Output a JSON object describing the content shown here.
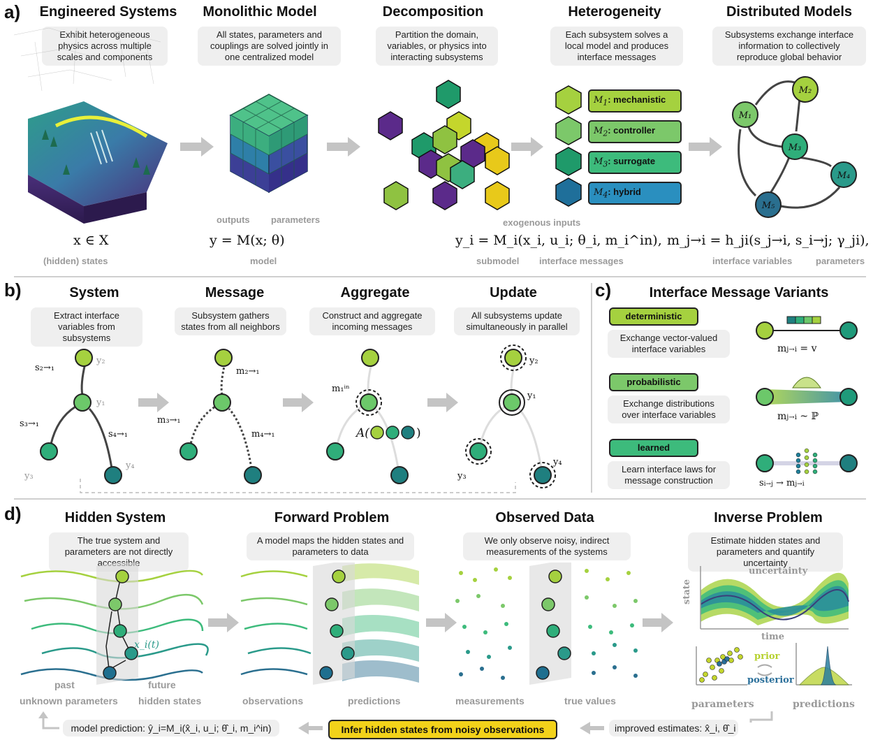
{
  "panel_labels": {
    "a": "a)",
    "b": "b)",
    "c": "c)",
    "d": "d)"
  },
  "panel_a": {
    "titles": [
      "Engineered Systems",
      "Monolithic Model",
      "Decomposition",
      "Heterogeneity",
      "Distributed Models"
    ],
    "descriptions": [
      "Exhibit heterogeneous physics across multiple scales and components",
      "All states, parameters and couplings are solved jointly in one centralized model",
      "Partition the domain, variables, or physics into interacting subsystems",
      "Each subsystem solves a local model and produces interface messages",
      "Subsystems exchange interface information to collectively reproduce global behavior"
    ],
    "model_tags": [
      {
        "sym": "M1",
        "label": ": mechanistic",
        "color": "#a5d13f"
      },
      {
        "sym": "M2",
        "label": ": controller",
        "color": "#7cc86a"
      },
      {
        "sym": "M3",
        "label": ": surrogate",
        "color": "#3dbb7c"
      },
      {
        "sym": "M4",
        "label": ": hybrid",
        "color": "#2a8fbf"
      }
    ],
    "graph_nodes": [
      "M1",
      "M2",
      "M3",
      "M4",
      "M5"
    ],
    "eq_states": "x ∈ X",
    "eq_states_note": "(hidden) states",
    "eq_model": "y = M(x; θ)",
    "eq_model_outputs": "outputs",
    "eq_model_parameters": "parameters",
    "eq_model_note": "model",
    "eq_sub": "y_i = M_i(x_i, u_i; θ_i, m_i^in),",
    "eq_sub_exogenous": "exogenous inputs",
    "eq_sub_submodel": "submodel",
    "eq_sub_interface": "interface messages",
    "eq_msg": "m_j→i = h_ji(s_j→i, s_i→j; γ_ji),",
    "eq_msg_vars": "interface variables",
    "eq_msg_params": "parameters"
  },
  "panel_b": {
    "titles": [
      "System",
      "Message",
      "Aggregate",
      "Update"
    ],
    "descriptions": [
      "Extract interface variables from subsystems",
      "Subsystem gathers states from all neighbors",
      "Construct and aggregate incoming messages",
      "All subsystems update simultaneously in parallel"
    ]
  },
  "panel_c": {
    "title": "Interface Message Variants",
    "variants": [
      {
        "label": "deterministic",
        "desc": "Exchange vector-valued interface variables",
        "color": "#a5d13f",
        "eq": "m_j→i = v"
      },
      {
        "label": "probabilistic",
        "desc": "Exchange distributions over interface variables",
        "color": "#7cc86a",
        "eq": "m_j→i ~ P"
      },
      {
        "label": "learned",
        "desc": "Learn interface laws for message construction",
        "color": "#3dbb7c",
        "eq": "s_i→j → m_j→i"
      }
    ]
  },
  "panel_d": {
    "titles": [
      "Hidden System",
      "Forward Problem",
      "Observed Data",
      "Inverse Problem"
    ],
    "descriptions": [
      "The true system and parameters are not directly accessible",
      "A model maps the hidden states and parameters to data",
      "We only observe noisy, indirect measurements of the systems",
      "Estimate hidden states and parameters and quantify uncertainty"
    ],
    "labels": {
      "past": "past",
      "future": "future",
      "xi": "x_i(t)",
      "unknown_parameters": "unknown parameters",
      "hidden_states": "hidden states",
      "observations": "observations",
      "predictions": "predictions",
      "measurements": "measurements",
      "true_values": "true values",
      "uncertainty": "uncertainty",
      "state": "state",
      "time": "time",
      "prior": "prior",
      "posterior": "posterior",
      "parameters": "parameters",
      "predictions2": "predictions"
    },
    "bottom_left": "model prediction: ŷ_i=M_i(x̂_i, u_i; θ̂_i, m_i^in)",
    "bottom_center": "Infer hidden states from noisy observations",
    "bottom_right": "improved estimates: x̂_i, θ̂_i"
  }
}
